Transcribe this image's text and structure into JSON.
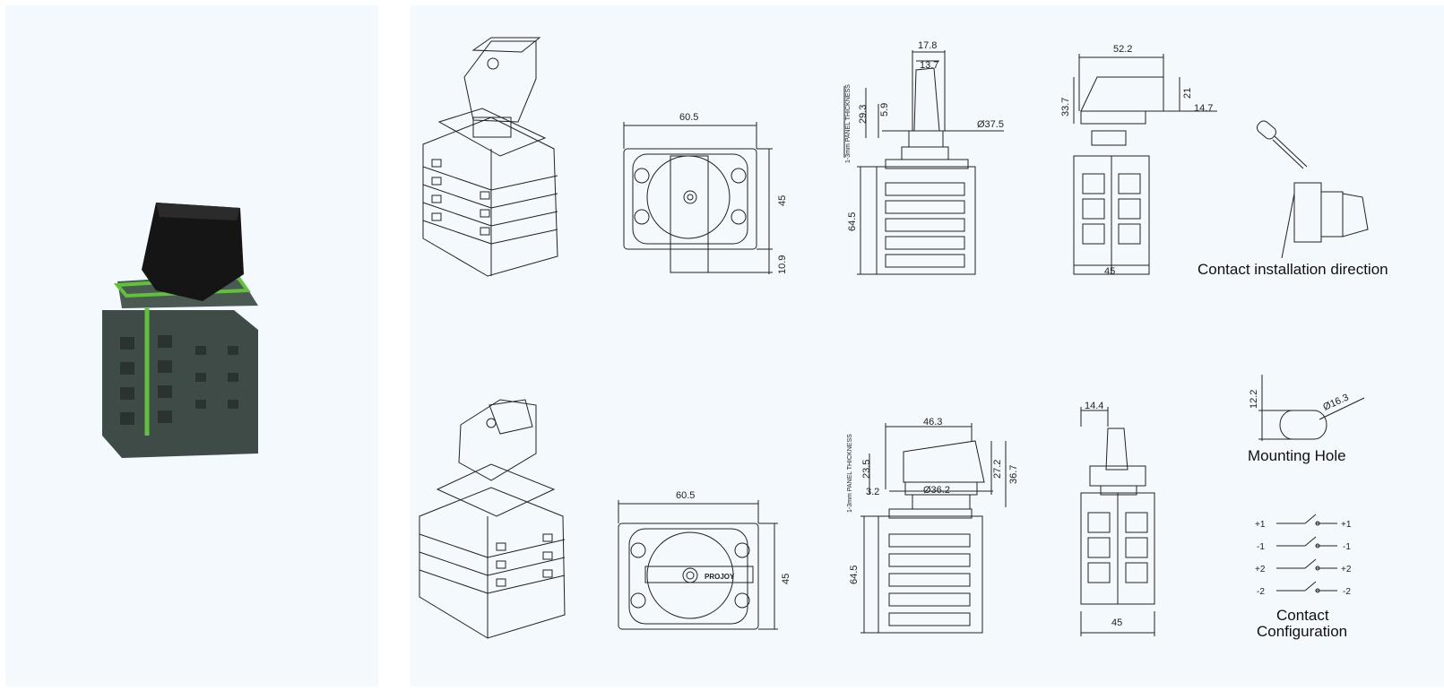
{
  "dimensions": {
    "top_front_width": "60.5",
    "top_front_height": "45",
    "top_front_handle": "10.9",
    "top_side_w1": "17.8",
    "top_side_w2": "13.7",
    "top_side_h1": "29.3",
    "top_side_h2": "5.9",
    "top_side_dia": "Ø37.5",
    "top_side_body": "64.5",
    "panel_thickness": "1-3mm PANEL THICKNESS",
    "top_rear_w": "52.2",
    "top_rear_h1": "33.7",
    "top_rear_h2": "21",
    "top_rear_h3": "14.7",
    "top_rear_base": "45",
    "bot_front_width": "60.5",
    "bot_front_height": "45",
    "bot_side_w": "46.3",
    "bot_side_h1": "23.5",
    "bot_side_h2": "27.2",
    "bot_side_h3": "36.7",
    "bot_side_h4": "3.2",
    "bot_side_dia": "Ø36.2",
    "bot_side_body": "64.5",
    "bot_rear_w": "14.4",
    "bot_rear_base": "45",
    "hole_h": "12.2",
    "hole_dia": "Ø16.3"
  },
  "captions": {
    "contact_install": "Contact installation direction",
    "mounting_hole": "Mounting Hole",
    "contact_config_1": "Contact",
    "contact_config_2": "Configuration"
  },
  "contact_config": [
    "+1",
    "-1",
    "+2",
    "-2"
  ],
  "brand_label": "PROJOY",
  "colors": {
    "panel_bg": "#f3f9fc",
    "body_dark": "#3d4a45",
    "accent_green": "#5fc23a",
    "line": "#222222"
  }
}
